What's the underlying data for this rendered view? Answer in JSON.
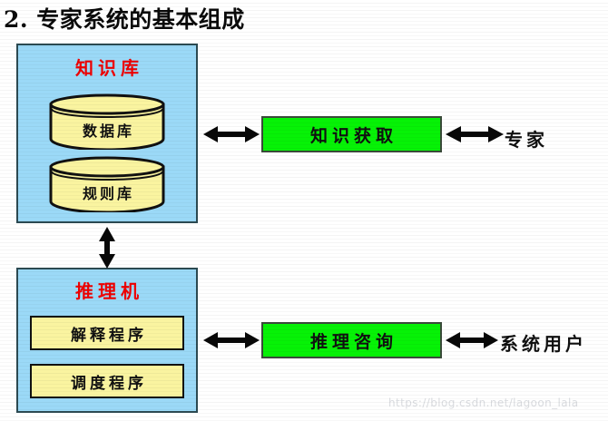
{
  "title": "2. 专家系统的基本组成",
  "colors": {
    "panel_fill": "#9BD9F7",
    "panel_border": "#2C4A52",
    "cylinder_fill": "#FAF4A0",
    "yellow_box_fill": "#FAF4A0",
    "green_box_fill": "#06F206",
    "panel_title_text": "#EE0000",
    "body_text": "#101010",
    "background": "#FFFFFF"
  },
  "diagram": {
    "knowledge_base": {
      "title": "知识库",
      "cylinders": [
        {
          "label": "数据库",
          "name": "database"
        },
        {
          "label": "规则库",
          "name": "rule-base"
        }
      ]
    },
    "inference_engine": {
      "title": "推理机",
      "modules": [
        {
          "label": "解释程序",
          "name": "interpreter"
        },
        {
          "label": "调度程序",
          "name": "scheduler"
        }
      ]
    },
    "knowledge_acquisition": {
      "label": "知识获取"
    },
    "inference_consultation": {
      "label": "推理咨询"
    },
    "actors": {
      "expert": "专家",
      "system_user": "系统用户"
    },
    "connections": [
      {
        "name": "knowledge-base-to-knowledge-acquisition",
        "type": "double-arrow",
        "direction": "horizontal"
      },
      {
        "name": "knowledge-acquisition-to-expert",
        "type": "double-arrow",
        "direction": "horizontal"
      },
      {
        "name": "knowledge-base-to-inference-engine",
        "type": "double-arrow",
        "direction": "vertical"
      },
      {
        "name": "inference-engine-to-inference-consultation",
        "type": "double-arrow",
        "direction": "horizontal"
      },
      {
        "name": "inference-consultation-to-system-user",
        "type": "double-arrow",
        "direction": "horizontal"
      }
    ]
  },
  "watermark": "https://blog.csdn.net/lagoon_lala"
}
